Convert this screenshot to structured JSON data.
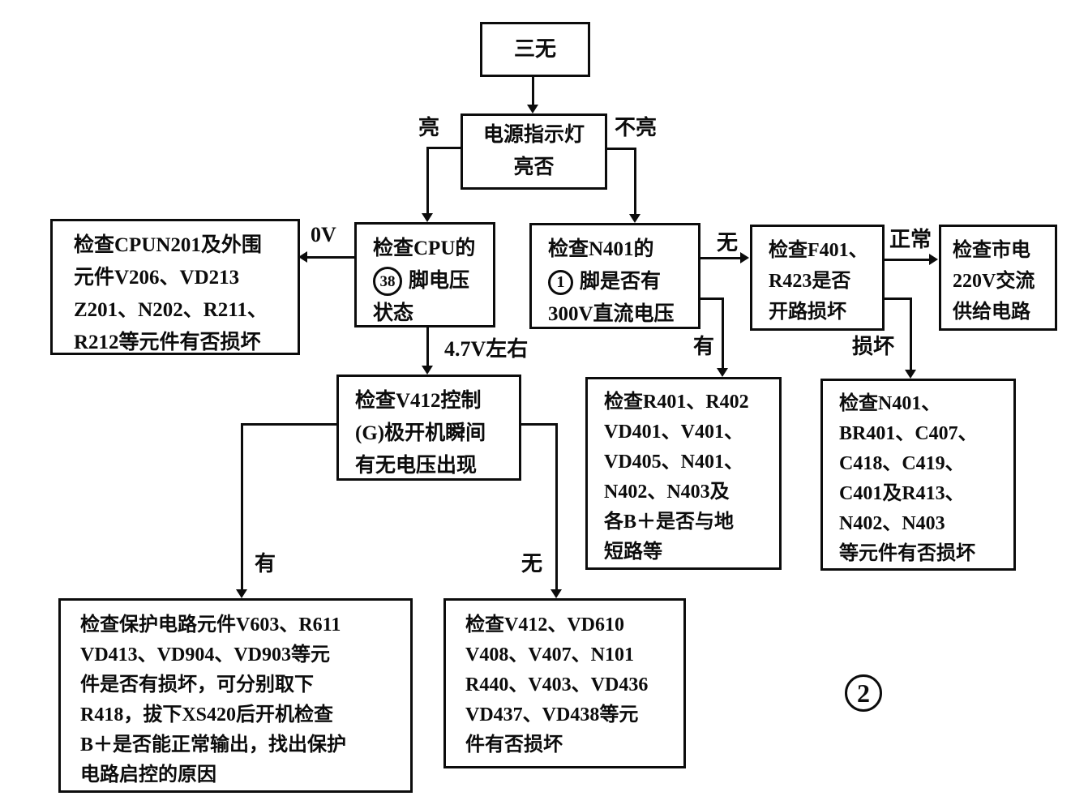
{
  "figure": {
    "number": "2"
  },
  "nodes": {
    "start": {
      "label": "三无"
    },
    "indicator": {
      "label": "电源指示灯\n亮否"
    },
    "cpu": {
      "line1": "检查CPU的",
      "pin": "38",
      "line2": "脚电压",
      "line3": "状态"
    },
    "cpun201": {
      "label": "检查CPUN201及外围\n元件V206、VD213\nZ201、N202、R211、\nR212等元件有否损坏"
    },
    "n401": {
      "line1": "检查N401的",
      "pin": "1",
      "line2": "脚是否有",
      "line3": "300V直流电压"
    },
    "f401": {
      "label": "检查F401、\nR423是否\n开路损坏"
    },
    "mains": {
      "label": "检查市电\n220V交流\n供给电路"
    },
    "v412": {
      "label": "检查V412控制\n(G)极开机瞬间\n有无电压出现"
    },
    "r401_group": {
      "label": "检查R401、R402\nVD401、V401、\nVD405、N401、\nN402、N403及\n各B＋是否与地\n短路等"
    },
    "n401_group": {
      "label": "检查N401、\nBR401、C407、\nC418、C419、\nC401及R413、\nN402、N403\n等元件有否损坏"
    },
    "protection": {
      "label": "检查保护电路元件V603、R611\nVD413、VD904、VD903等元\n件是否有损坏，可分别取下\nR418，拔下XS420后开机检查\nB＋是否能正常输出，找出保护\n电路启控的原因"
    },
    "v412_group": {
      "label": "检查V412、VD610\nV408、V407、N101\nR440、V403、VD436\nVD437、VD438等元\n件有否损坏"
    }
  },
  "edge_labels": {
    "lit": "亮",
    "not_lit": "不亮",
    "zero_v": "0V",
    "none_300v": "无",
    "normal": "正常",
    "v47": "4.7V左右",
    "has_300v": "有",
    "damaged": "损坏",
    "has_voltage": "有",
    "no_voltage": "无"
  }
}
